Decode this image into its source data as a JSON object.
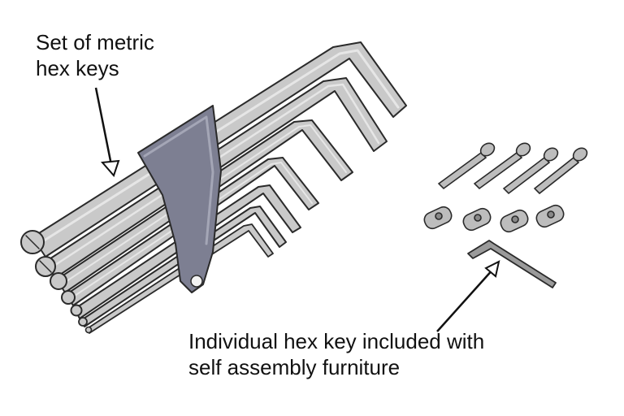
{
  "labels": {
    "set_of_keys": {
      "line1": "Set of metric",
      "line2": "hex keys"
    },
    "individual_key": {
      "line1": "Individual hex key included with",
      "line2": "self assembly furniture"
    }
  },
  "colors": {
    "key_fill": "#c9c9c9",
    "key_highlight": "#e6e6e6",
    "outline": "#2a2a2a",
    "holder_fill": "#7d7f92",
    "holder_highlight": "#a4a6b6",
    "bolt_fill": "#bdbdbd",
    "arrow": "#111111"
  }
}
